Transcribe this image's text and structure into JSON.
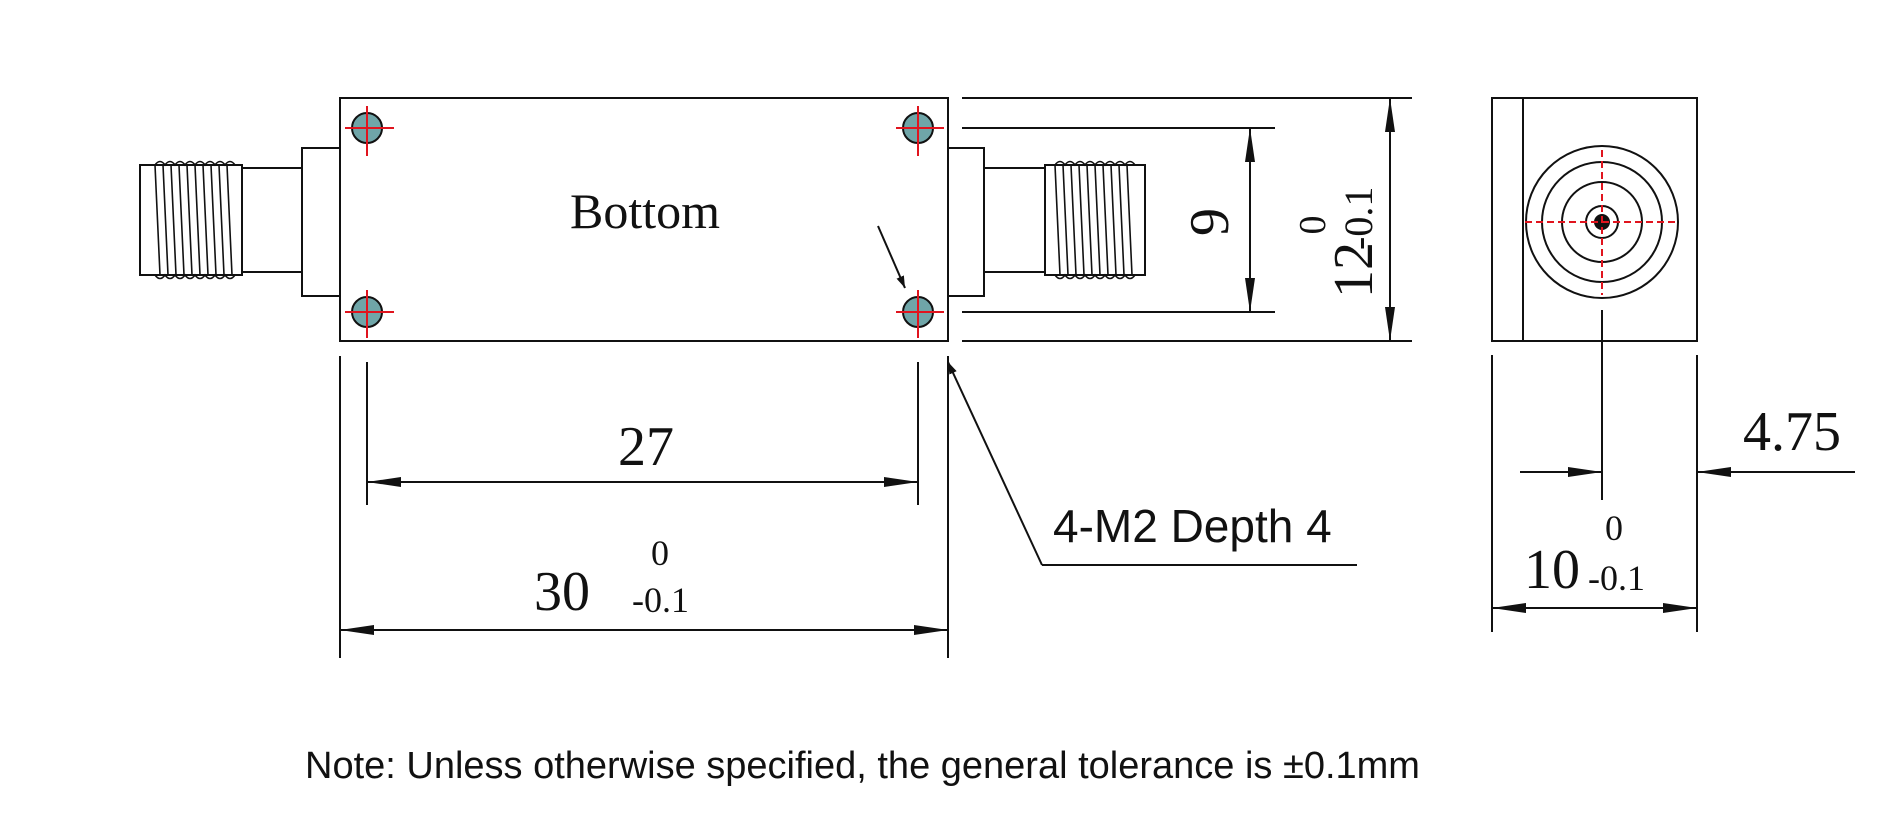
{
  "views": {
    "bottom": {
      "label": "Bottom",
      "dim_hole_spacing": "27",
      "dim_length": {
        "value": "30",
        "upper": "0",
        "lower": "-0.1"
      },
      "callout": "4-M2 Depth 4"
    },
    "side": {
      "dim_hole_spacing": "9",
      "dim_height": {
        "value": "12",
        "upper": "0",
        "lower": "-0.1"
      }
    },
    "end": {
      "dim_offset": "4.75",
      "dim_width": {
        "value": "10",
        "upper": "0",
        "lower": "-0.1"
      }
    }
  },
  "note": "Note: Unless otherwise specified, the general tolerance is ±0.1mm",
  "colors": {
    "line": "#111111",
    "centerline": "#e0141e",
    "hole_fill": "#6fa5a8"
  },
  "icons": [
    "sma-connector-icon",
    "mounting-hole-icon"
  ]
}
